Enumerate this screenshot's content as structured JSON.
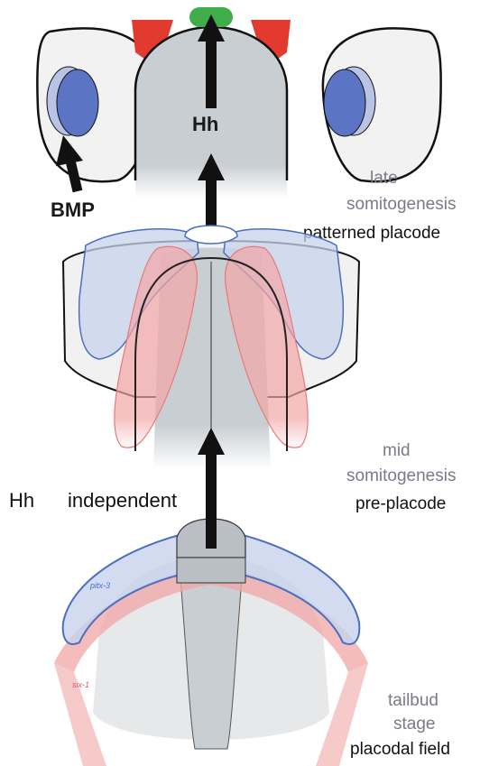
{
  "signals": {
    "hh": "Hh",
    "bmp": "BMP",
    "hh_independent_prefix": "Hh",
    "hh_independent_suffix": "independent"
  },
  "stages": {
    "late": {
      "stage_line1": "late",
      "stage_line2": "somitogenesis",
      "name": "patterned placode"
    },
    "mid": {
      "stage_line1": "mid",
      "stage_line2": "somitogenesis",
      "name": "pre-placode"
    },
    "tailbud": {
      "stage_line1": "tailbud",
      "stage_line2": "stage",
      "name": "placodal field"
    }
  },
  "gene_labels": {
    "pitx3": "pitx-3",
    "six1": "six-1"
  },
  "colors": {
    "blue_domain": "#c7d2ec",
    "blue_outline": "#4a6fc0",
    "lens_blue": "#5c74c4",
    "red_domain": "#f2a6a6",
    "red_outline": "#e77a7a",
    "red_block": "#e23a2e",
    "green_cap": "#3fae4a",
    "midline_gray": "#c9ced3",
    "eye_fill": "#f2f2f2"
  }
}
